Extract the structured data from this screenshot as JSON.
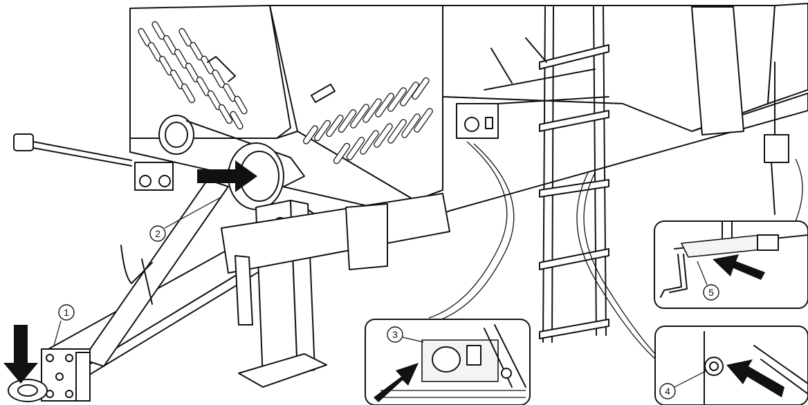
{
  "callouts": [
    {
      "id": "1",
      "label": "1"
    },
    {
      "id": "2",
      "label": "2"
    },
    {
      "id": "3",
      "label": "3"
    },
    {
      "id": "4",
      "label": "4"
    },
    {
      "id": "5",
      "label": "5"
    }
  ],
  "insets": [
    {
      "id": "inset-3",
      "callout": "3"
    },
    {
      "id": "inset-4",
      "callout": "4"
    },
    {
      "id": "inset-5",
      "callout": "5"
    }
  ],
  "arrows": [
    "drawbar-arrow",
    "pto-arrow",
    "grease-point-3-arrow",
    "grease-point-4-arrow",
    "grease-point-5-arrow"
  ]
}
